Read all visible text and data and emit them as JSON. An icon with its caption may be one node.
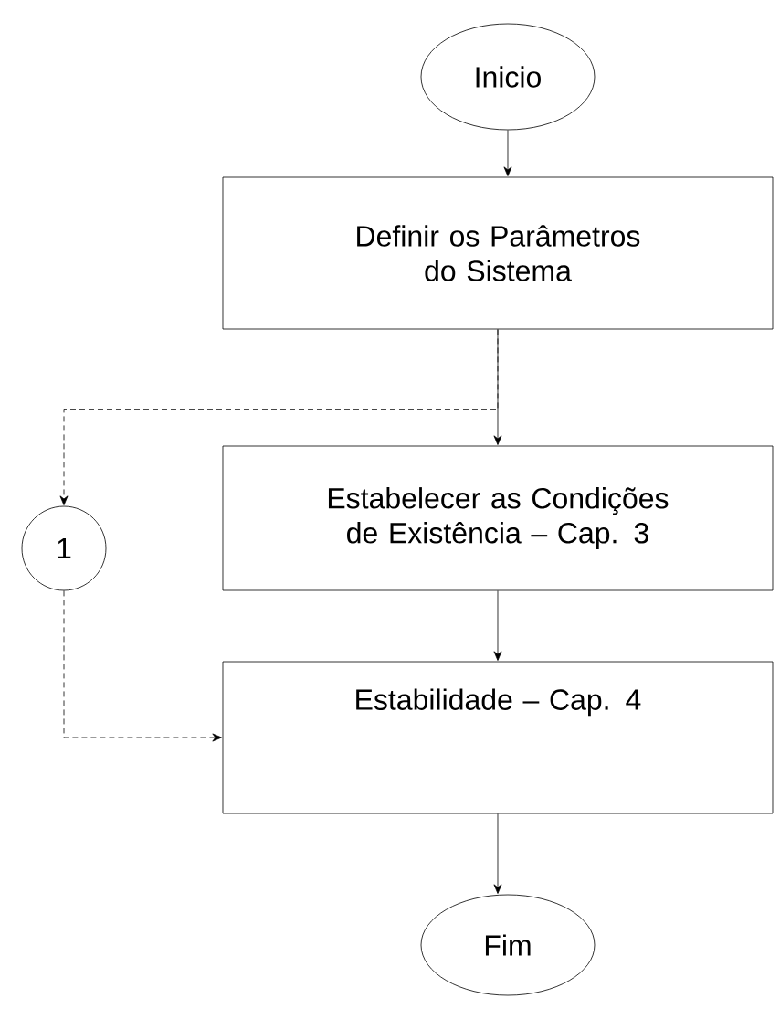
{
  "diagram": {
    "nodes": [
      {
        "text": [
          "Inicio"
        ]
      },
      {
        "text": [
          "Definir os Parâmetros do Sistema"
        ]
      },
      {
        "text": [
          "Estabelecer as Condições de Existência – Cap. 3"
        ]
      },
      {
        "text": [
          "1"
        ]
      },
      {
        "text": [
          "Estabilidade – Cap. 4"
        ]
      },
      {
        "text": [
          "Fim"
        ]
      }
    ],
    "edges": [
      {
        "from": 0,
        "to": 1,
        "arrow": "to"
      },
      {
        "from": 1,
        "to": 2,
        "arrow": "to"
      },
      {
        "from": 1,
        "to": 3,
        "arrow": "to",
        "style": "dashed"
      },
      {
        "from": 2,
        "to": 4,
        "arrow": "to"
      },
      {
        "from": 3,
        "to": 4,
        "arrow": "to",
        "style": "dashed"
      },
      {
        "from": 4,
        "to": 5,
        "arrow": "to"
      }
    ]
  }
}
